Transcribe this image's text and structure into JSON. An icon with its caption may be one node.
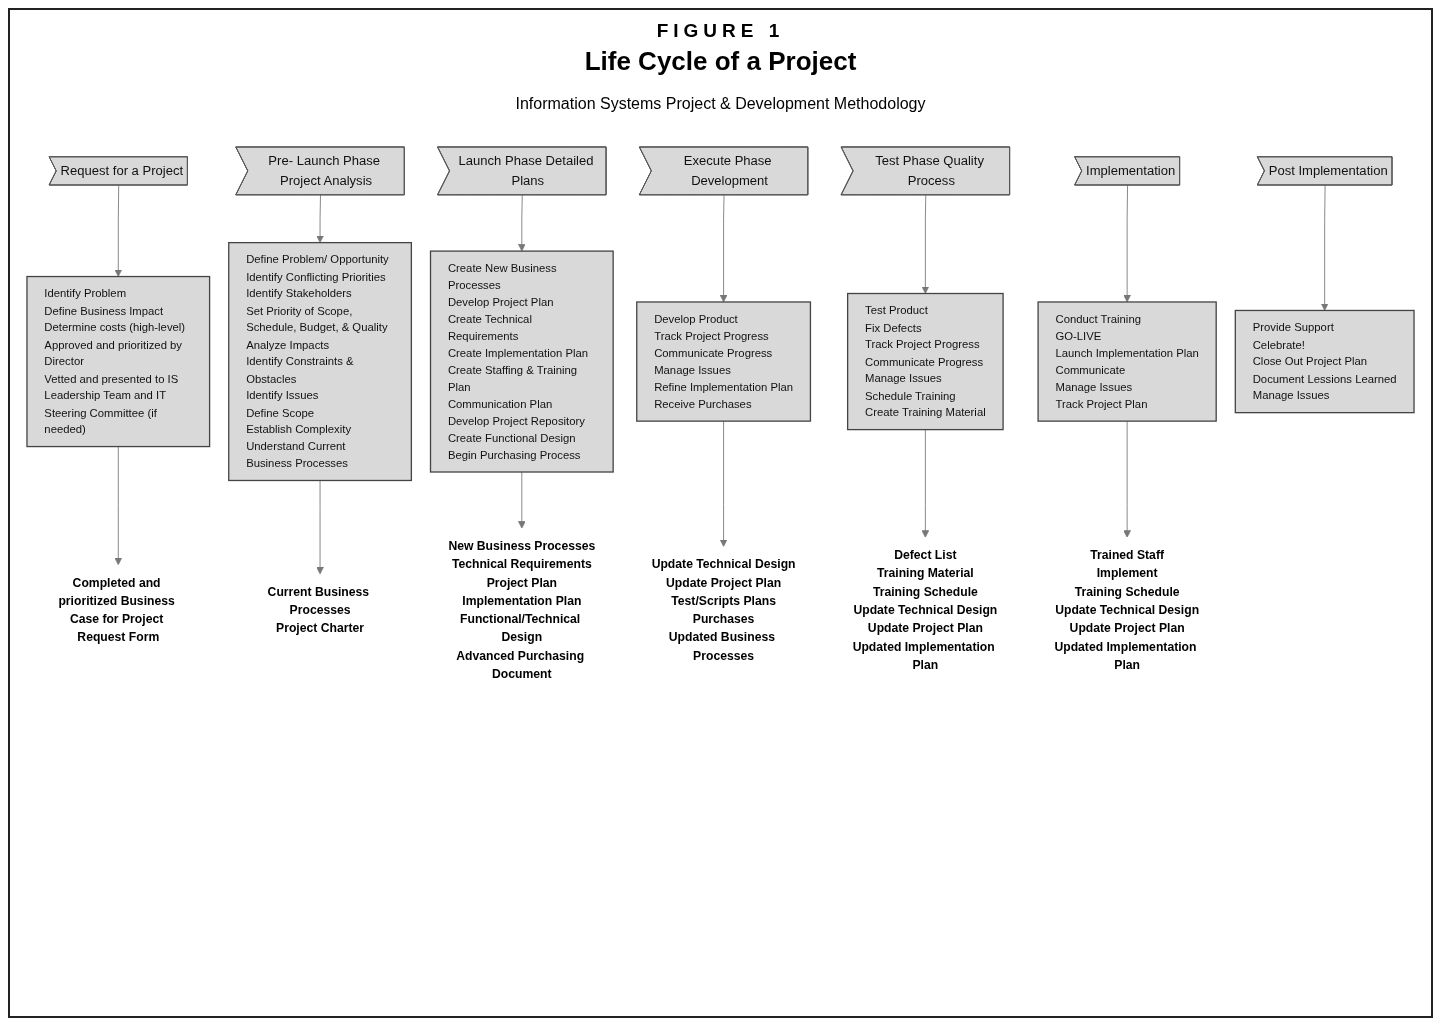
{
  "diagram": {
    "title": "Life Cycle of a Project",
    "nodes": [
      {
        "text": [
          "Request for a Project"
        ]
      },
      {
        "text": [
          "Pre- Launch Phase Project Analysis"
        ]
      },
      {
        "text": [
          "Launch Phase Detailed Plans"
        ]
      },
      {
        "text": [
          "Execute Phase Development"
        ]
      },
      {
        "text": [
          "Test Phase Quality Process"
        ]
      },
      {
        "text": [
          "Implementation"
        ]
      },
      {
        "text": [
          "Post Implementation"
        ]
      },
      {
        "text": [
          "Identify Problem",
          "Define Business Impact",
          "Determine costs (high-level)",
          "Approved and prioritized by Director",
          "Vetted and presented to IS Leadership Team and IT Steering Committee (if needed)"
        ]
      },
      {
        "text": [
          "Define Problem/ Opportunity",
          "Identify Conflicting Priorities",
          "Identify Stakeholders",
          "Set Priority of Scope, Schedule, Budget, & Quality",
          "Analyze Impacts",
          "Identify Constraints & Obstacles",
          "Identify Issues",
          "Define Scope",
          "Establish Complexity",
          "Understand Current Business Processes"
        ]
      },
      {
        "text": [
          "Create New Business Processes",
          "Develop Project Plan",
          "Create Technical Requirements",
          "Create Implementation Plan",
          "Create Staffing & Training Plan",
          "Communication Plan",
          "Develop Project Repository",
          "Create Functional Design",
          "Begin Purchasing Process"
        ]
      },
      {
        "text": [
          "Develop Product",
          "Track Project Progress",
          "Communicate Progress",
          "Manage Issues",
          "Refine Implementation Plan",
          "Receive Purchases"
        ]
      },
      {
        "text": [
          "Test Product",
          "Fix Defects",
          "Track Project Progress",
          "Communicate Progress",
          "Manage Issues",
          "Schedule Training",
          "Create Training Material"
        ]
      },
      {
        "text": [
          "Conduct Training",
          "GO-LIVE",
          "Launch Implementation Plan",
          "Communicate",
          "Manage Issues",
          "Track Project Plan"
        ]
      },
      {
        "text": [
          "Provide Support",
          "Celebrate!",
          "Close Out Project Plan",
          "Document Lessions Learned",
          "Manage Issues"
        ]
      },
      {
        "text": [
          "Completed and prioritized Business Case for Project Request Form"
        ]
      },
      {
        "text": [
          "Current Business Processes",
          "Project Charter"
        ]
      },
      {
        "text": [
          "New Business Processes",
          "Technical Requirements",
          "Project Plan",
          "Implementation Plan",
          "Functional/Technical Design",
          "Advanced Purchasing Document"
        ]
      },
      {
        "text": [
          "Update Technical Design",
          "Update Project Plan",
          "Test/Scripts Plans",
          "Purchases",
          "Updated Business Processes"
        ]
      },
      {
        "text": [
          "Defect List",
          "Training Material",
          "Training Schedule",
          "Update Technical Design",
          "Update Project Plan",
          "Updated Implementation Plan"
        ]
      },
      {
        "text": [
          "Trained Staff",
          "Implement",
          "Training Schedule",
          "Update Technical Design",
          "Update Project Plan",
          "Updated Implementation Plan"
        ]
      }
    ],
    "edges": [
      {
        "from": 0,
        "to": 7,
        "arrow": "to"
      },
      {
        "from": 1,
        "to": 8,
        "arrow": "to"
      },
      {
        "from": 2,
        "to": 9,
        "arrow": "to"
      },
      {
        "from": 3,
        "to": 10,
        "arrow": "to"
      },
      {
        "from": 4,
        "to": 11,
        "arrow": "to"
      },
      {
        "from": 5,
        "to": 12,
        "arrow": "to"
      },
      {
        "from": 6,
        "to": 13,
        "arrow": "to"
      },
      {
        "from": 7,
        "to": 14,
        "arrow": "to"
      },
      {
        "from": 8,
        "to": 15,
        "arrow": "to"
      },
      {
        "from": 9,
        "to": 16,
        "arrow": "to"
      },
      {
        "from": 10,
        "to": 17,
        "arrow": "to"
      },
      {
        "from": 11,
        "to": 18,
        "arrow": "to"
      },
      {
        "from": 12,
        "to": 19,
        "arrow": "to"
      }
    ],
    "labels": [
      "FIGURE 1",
      "Information Systems Project & Development Methodology"
    ]
  }
}
